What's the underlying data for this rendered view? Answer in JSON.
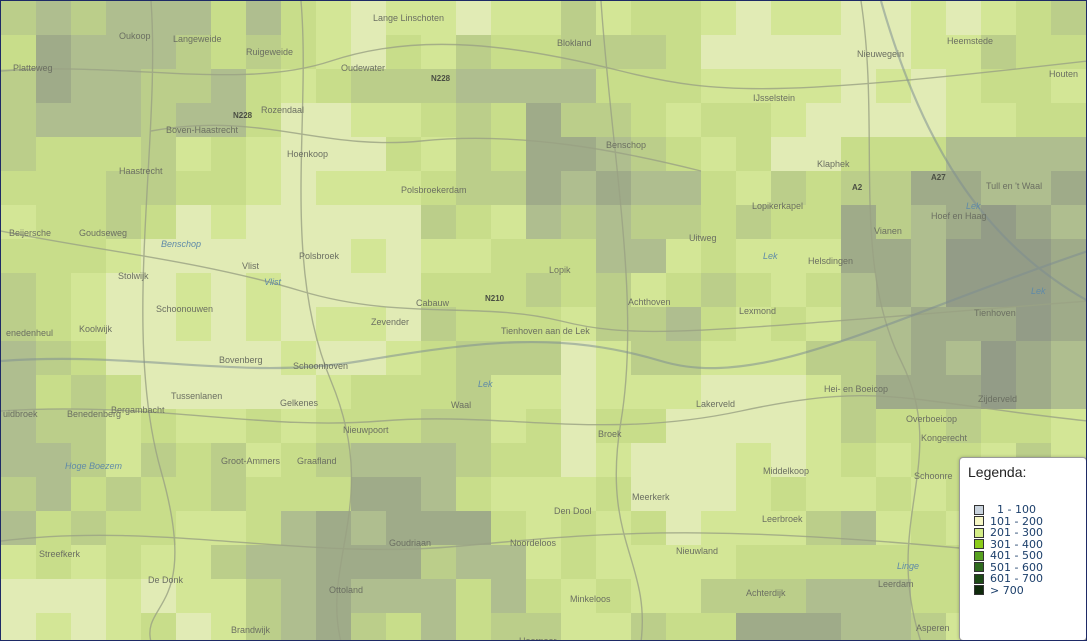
{
  "legend": {
    "title": "Legenda:",
    "items": [
      {
        "label": "  1 - 100",
        "color": "#c9d3dd"
      },
      {
        "label": "101 - 200",
        "color": "#f6f7c4"
      },
      {
        "label": "201 - 300",
        "color": "#d4ed86"
      },
      {
        "label": "301 - 400",
        "color": "#8ccc1a"
      },
      {
        "label": "401 - 500",
        "color": "#57a120"
      },
      {
        "label": "501 - 600",
        "color": "#2f6b1f"
      },
      {
        "label": "601 - 700",
        "color": "#1d4a16"
      },
      {
        "label": "> 700",
        "color": "#0f2a0b"
      }
    ]
  },
  "places": [
    "Lange Linschoten",
    "Oukoop",
    "Langeweide",
    "Ruigeweide",
    "Blokland",
    "Nieuwegein",
    "Heemstede",
    "Platteweg",
    "Oudewater",
    "Houten",
    "Rozendaal",
    "IJsselstein",
    "Boven-Haastrecht",
    "Hoenkoop",
    "Benschop",
    "Klaphek",
    "Haastrecht",
    "Polsbroekerdam",
    "Tull en 't Waal",
    "Lopikerkapel",
    "Hoef en Haag",
    "Beijersche",
    "Goudseweg",
    "Uitweg",
    "Vianen",
    "Polsbroek",
    "Vlist",
    "Helsdingen",
    "Stolwijk",
    "Lopik",
    "Schoonouwen",
    "Cabauw",
    "Achthoven",
    "Lexmond",
    "Tienhoven",
    "enedenheul",
    "Koolwijk",
    "Zevender",
    "Tienhoven aan de Lek",
    "Bovenberg",
    "Schoonhoven",
    "Hei- en Boeicop",
    "Tussenlanen",
    "Zijderveld",
    "uidbroek",
    "Benedenberg",
    "Gelkenes",
    "Waal",
    "Lakerveld",
    "Overboeicop",
    "Bergambacht",
    "Nieuwpoort",
    "Broek",
    "Kongerecht",
    "Groot-Ammers",
    "Graafland",
    "Middelkoop",
    "Schoonre",
    "Meerkerk",
    "Den Dool",
    "Leerbroek",
    "Goudriaan",
    "Noordeloos",
    "Streefkerk",
    "Nieuwland",
    "De Donk",
    "Ottoland",
    "Achterdijk",
    "Leerdam",
    "Minkeloos",
    "Brandwijk",
    "Asperen",
    "Hoornaar"
  ],
  "roads": [
    "N228",
    "N228",
    "N210",
    "A2",
    "A27"
  ],
  "water": [
    "Benschop",
    "Vlist",
    "Lek",
    "Lek",
    "Lek",
    "Lek",
    "Hoge Boezem",
    "Linge"
  ]
}
